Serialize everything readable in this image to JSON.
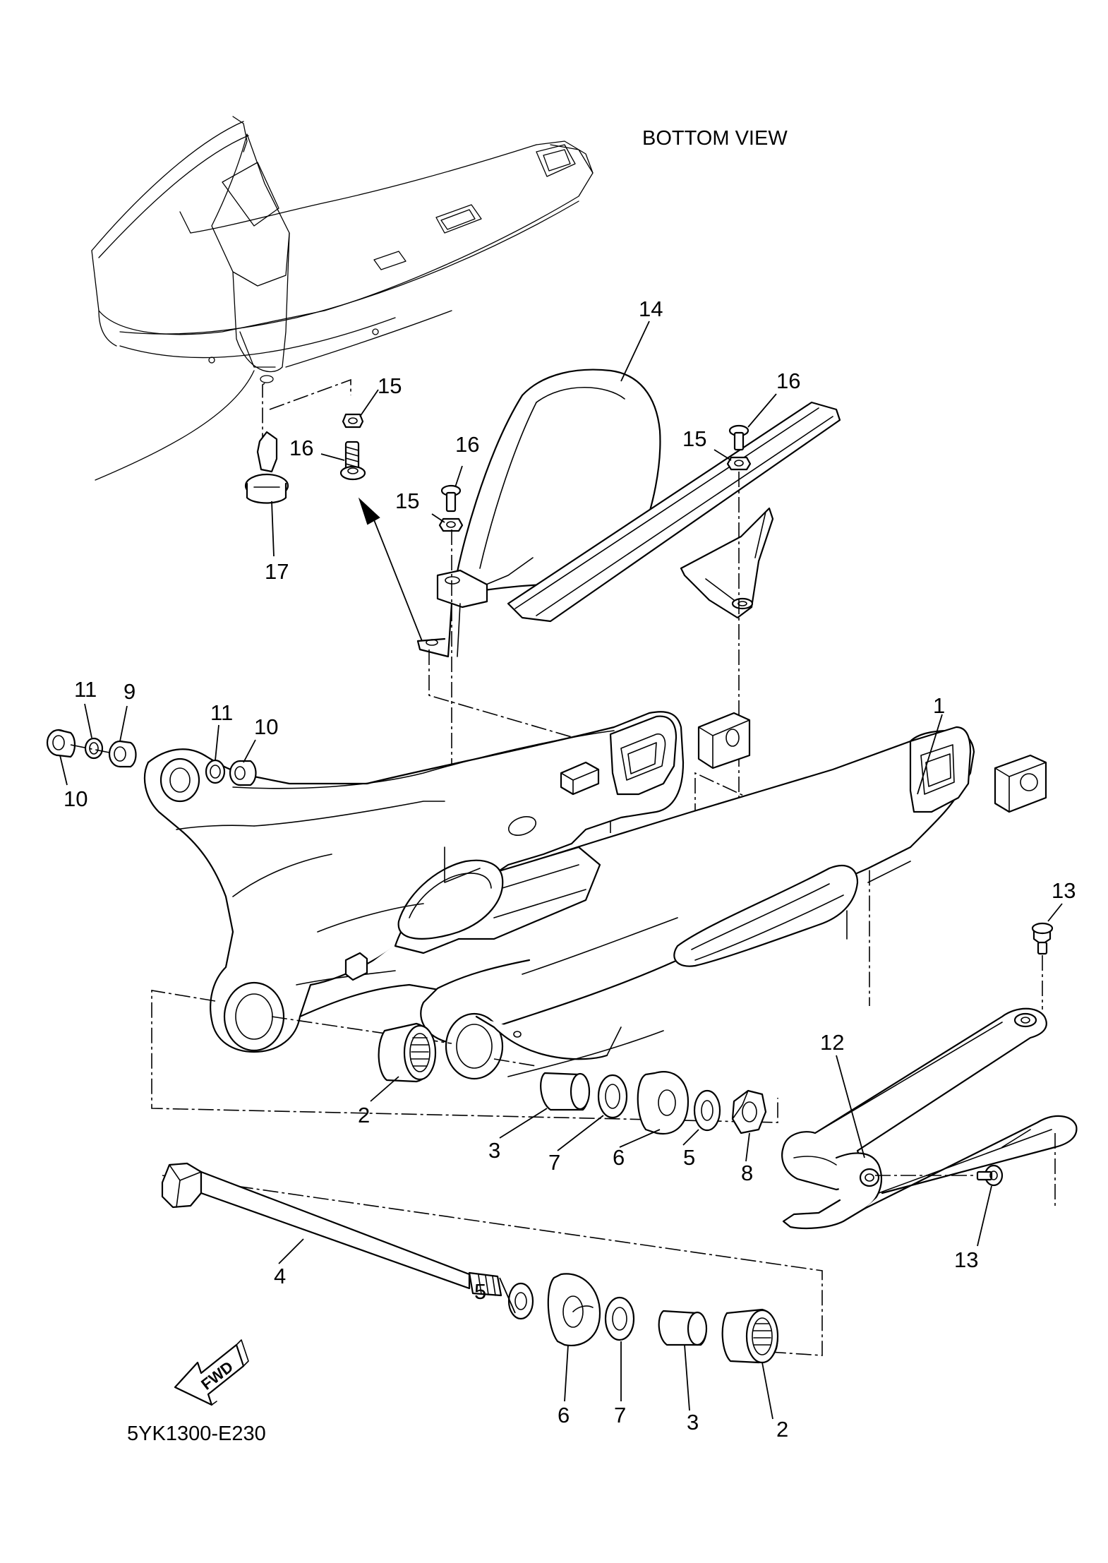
{
  "view_label": "BOTTOM VIEW",
  "diagram_code": "5YK1300-E230",
  "fwd_label": "FWD",
  "callouts": {
    "c1": "1",
    "c2a": "2",
    "c2b": "2",
    "c3a": "3",
    "c3b": "3",
    "c4": "4",
    "c5a": "5",
    "c5b": "5",
    "c6a": "6",
    "c6b": "6",
    "c7a": "7",
    "c7b": "7",
    "c8": "8",
    "c9": "9",
    "c10a": "10",
    "c10b": "10",
    "c11a": "11",
    "c11b": "11",
    "c12": "12",
    "c13a": "13",
    "c13b": "13",
    "c14": "14",
    "c15a": "15",
    "c15b": "15",
    "c15c": "15",
    "c16a": "16",
    "c16b": "16",
    "c16c": "16",
    "c17": "17"
  }
}
